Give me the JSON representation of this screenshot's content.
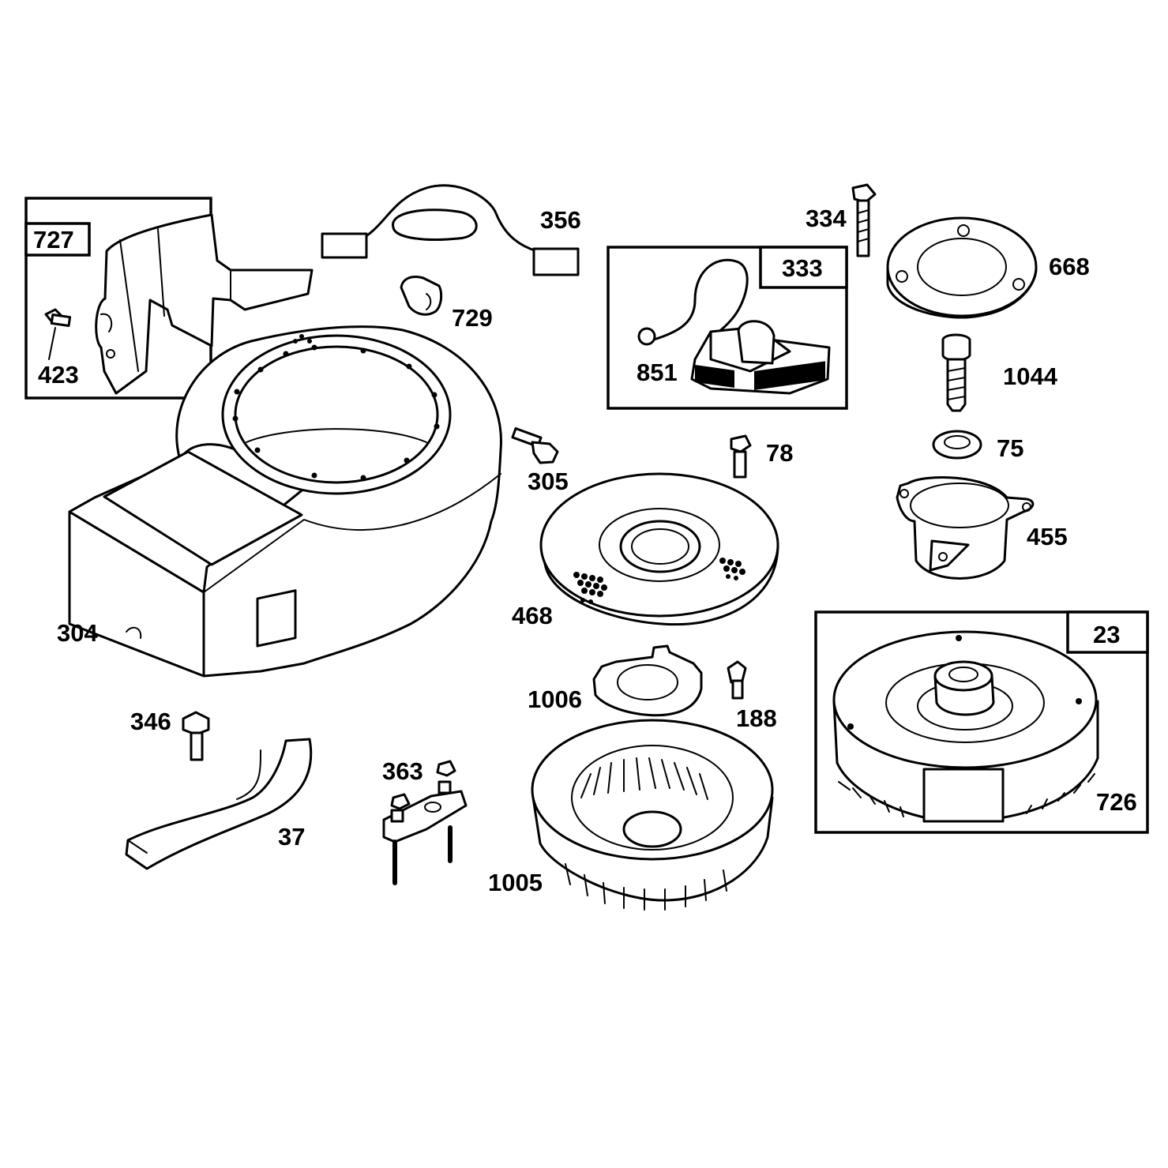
{
  "callouts": {
    "p727": "727",
    "p423": "423",
    "p356": "356",
    "p729": "729",
    "p333": "333",
    "p851": "851",
    "p334": "334",
    "p668": "668",
    "p1044": "1044",
    "p75": "75",
    "p455": "455",
    "p304": "304",
    "p305": "305",
    "p78": "78",
    "p468": "468",
    "p23": "23",
    "p726": "726",
    "p1006": "1006",
    "p188": "188",
    "p346": "346",
    "p363": "363",
    "p37": "37",
    "p1005": "1005"
  }
}
